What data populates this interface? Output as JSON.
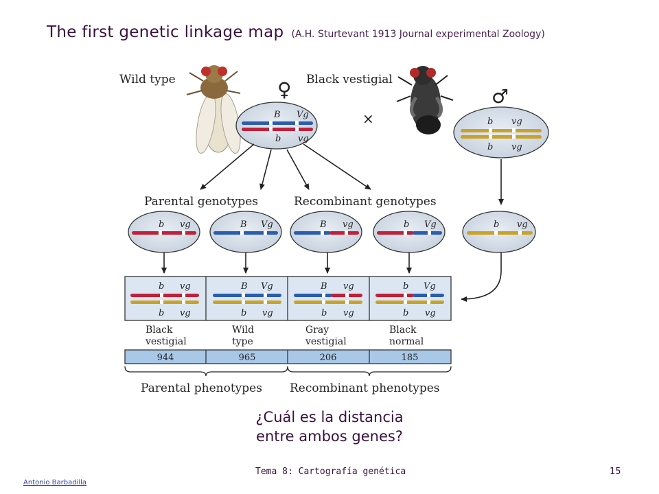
{
  "title": {
    "main": "The first genetic linkage map",
    "sub": "(A.H. Sturtevant 1913 Journal experimental Zoology)"
  },
  "diagram": {
    "wild_type_label": "Wild type",
    "black_vestigial_label": "Black vestigial",
    "female_symbol": "♀",
    "male_symbol": "♂",
    "cross_symbol": "×",
    "parental_genotypes_label": "Parental genotypes",
    "recombinant_genotypes_label": "Recombinant genotypes",
    "parental_phenotypes_label": "Parental phenotypes",
    "recombinant_phenotypes_label": "Recombinant phenotypes",
    "genes": {
      "B": "B",
      "b": "b",
      "Vg": "Vg",
      "vg": "vg"
    },
    "phenotypes": [
      {
        "line1": "Black",
        "line2": "vestigial",
        "count": "944"
      },
      {
        "line1": "Wild",
        "line2": "type",
        "count": "965"
      },
      {
        "line1": "Gray",
        "line2": "vestigial",
        "count": "206"
      },
      {
        "line1": "Black",
        "line2": "normal",
        "count": "185"
      }
    ]
  },
  "question": {
    "line1": "¿Cuál es la distancia",
    "line2": "entre ambos genes?"
  },
  "footer": {
    "text": "Tema 8: Cartografía genética",
    "page": "15",
    "author": "Antonio Barbadilla"
  },
  "colors": {
    "red": "#c21f3a",
    "blue": "#2a5db0",
    "gold": "#c9a227",
    "cell_bg": "#dce6f2",
    "count_bg": "#a9c8e8",
    "text": "#3a1040"
  }
}
